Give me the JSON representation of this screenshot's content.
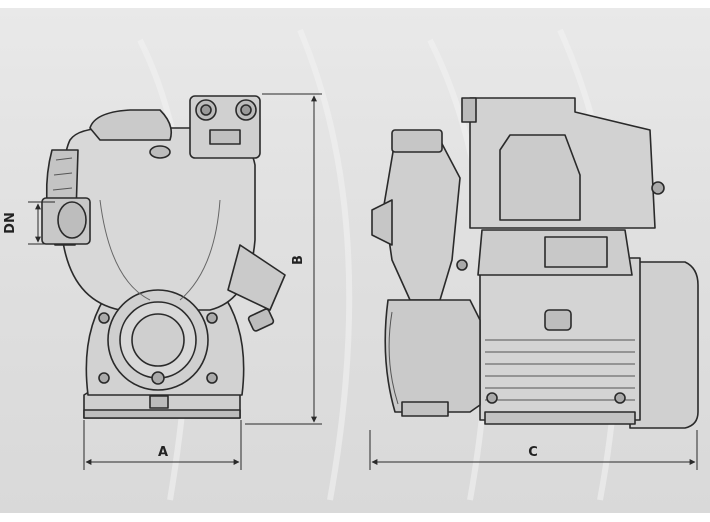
{
  "dimensions": {
    "dn": "DN",
    "a": "A",
    "b": "B",
    "c": "C"
  },
  "colors": {
    "background": "#e2e2e2",
    "line": "#2a2a2a",
    "body_fill": "#d6d6d6"
  }
}
